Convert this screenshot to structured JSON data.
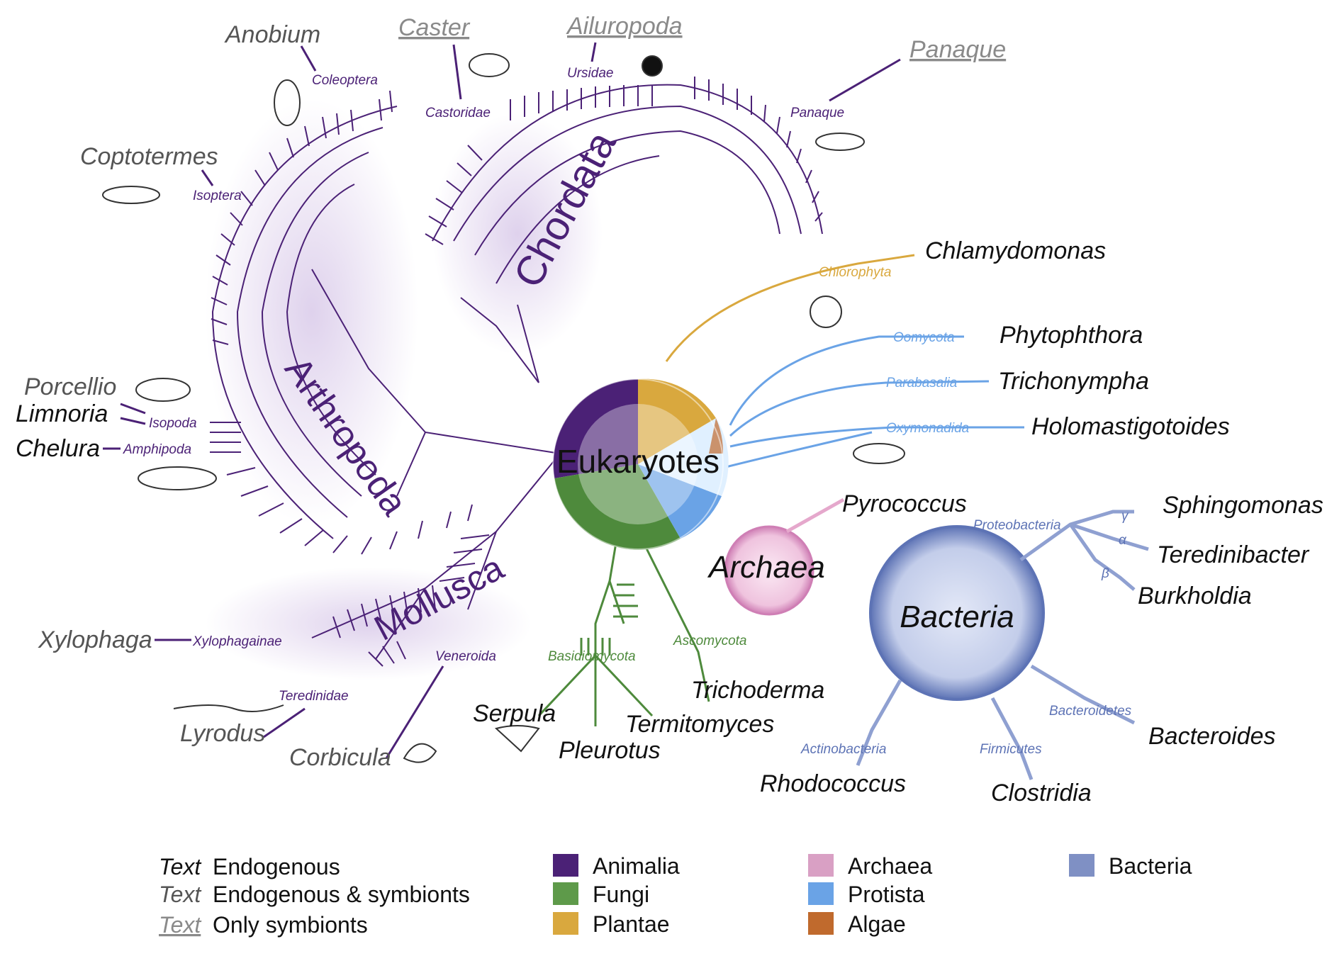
{
  "center": {
    "label": "Eukaryotes"
  },
  "phyla": {
    "chordata": "Chordata",
    "arthropoda": "Arthropoda",
    "mollusca": "Mollusca"
  },
  "domains": {
    "archaea": "Archaea",
    "bacteria": "Bacteria"
  },
  "genera": {
    "anobium": "Anobium",
    "caster": "Caster",
    "ailuropoda": "Ailuropoda",
    "panaque": "Panaque",
    "coptotermes": "Coptotermes",
    "porcellio": "Porcellio",
    "limnoria": "Limnoria",
    "chelura": "Chelura",
    "xylophaga": "Xylophaga",
    "lyrodus": "Lyrodus",
    "corbicula": "Corbicula",
    "serpula": "Serpula",
    "pleurotus": "Pleurotus",
    "termitomyces": "Termitomyces",
    "trichoderma": "Trichoderma",
    "chlamydomonas": "Chlamydomonas",
    "phytophthora": "Phytophthora",
    "trichonympha": "Trichonympha",
    "holomastigotoides": "Holomastigotoides",
    "pyrococcus": "Pyrococcus",
    "sphingomonas": "Sphingomonas",
    "teredinibacter": "Teredinibacter",
    "burkholdia": "Burkholdia",
    "bacteroides": "Bacteroides",
    "rhodococcus": "Rhodococcus",
    "clostridia": "Clostridia"
  },
  "clades": {
    "coleoptera": "Coleoptera",
    "castoridae": "Castoridae",
    "ursidae": "Ursidae",
    "panaque": "Panaque",
    "isoptera": "Isoptera",
    "isopoda": "Isopoda",
    "amphipoda": "Amphipoda",
    "xylophagainae": "Xylophagainae",
    "teredinidae": "Teredinidae",
    "veneroida": "Veneroida",
    "basidiomycota": "Basidiomycota",
    "ascomycota": "Ascomycota",
    "chlorophyta": "Chlorophyta",
    "oomycota": "Oomycota",
    "parabasalia": "Parabasalia",
    "oxymonadida": "Oxymonadida",
    "proteobacteria": "Proteobacteria",
    "gamma": "γ",
    "alpha": "α",
    "beta": "β",
    "bacteroidetes": "Bacteroidetes",
    "actinobacteria": "Actinobacteria",
    "firmicutes": "Firmicutes"
  },
  "legend": {
    "styles": [
      {
        "key": "Text",
        "label": "Endogenous"
      },
      {
        "key": "Text",
        "label": "Endogenous & symbionts"
      },
      {
        "key": "Text",
        "label": "Only symbionts"
      }
    ],
    "kingdoms": [
      {
        "label": "Animalia",
        "color": "#4b2176"
      },
      {
        "label": "Fungi",
        "color": "#5e9a4a"
      },
      {
        "label": "Plantae",
        "color": "#d9a83e"
      },
      {
        "label": "Archaea",
        "color": "#d9a0c4"
      },
      {
        "label": "Protista",
        "color": "#6aa3e6"
      },
      {
        "label": "Algae",
        "color": "#c06a2d"
      },
      {
        "label": "Bacteria",
        "color": "#7f90c4"
      }
    ]
  },
  "colors": {
    "animalia": "#4b2176",
    "fungi": "#4e8a3c",
    "plantae": "#d9a83e",
    "archaea": "#cf7fb5",
    "protista": "#6aa3e6",
    "bacteria": "#5d73b5"
  }
}
